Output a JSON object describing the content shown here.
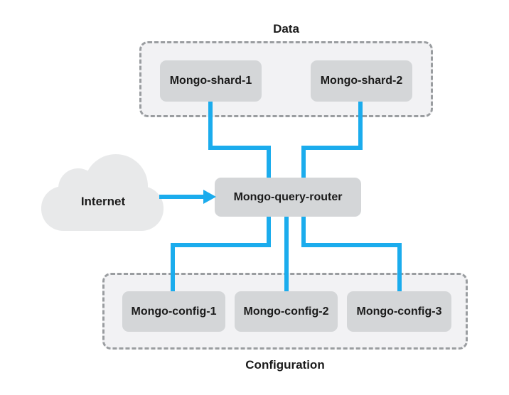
{
  "diagram": {
    "internet": {
      "label": "Internet"
    },
    "router": {
      "label": "Mongo-query-router"
    },
    "groups": {
      "data": {
        "label": "Data",
        "nodes": [
          {
            "label": "Mongo-shard-1"
          },
          {
            "label": "Mongo-shard-2"
          }
        ]
      },
      "configuration": {
        "label": "Configuration",
        "nodes": [
          {
            "label": "Mongo-config-1"
          },
          {
            "label": "Mongo-config-2"
          },
          {
            "label": "Mongo-config-3"
          }
        ]
      }
    }
  },
  "colors": {
    "canvas_bg": "#ffffff",
    "connector": "#1baced",
    "node_fill": "#d4d6d8",
    "group_fill": "#f2f2f4",
    "group_border": "#9a9da0",
    "cloud_fill": "#e8e9ea",
    "text": "#1b1b1b"
  }
}
